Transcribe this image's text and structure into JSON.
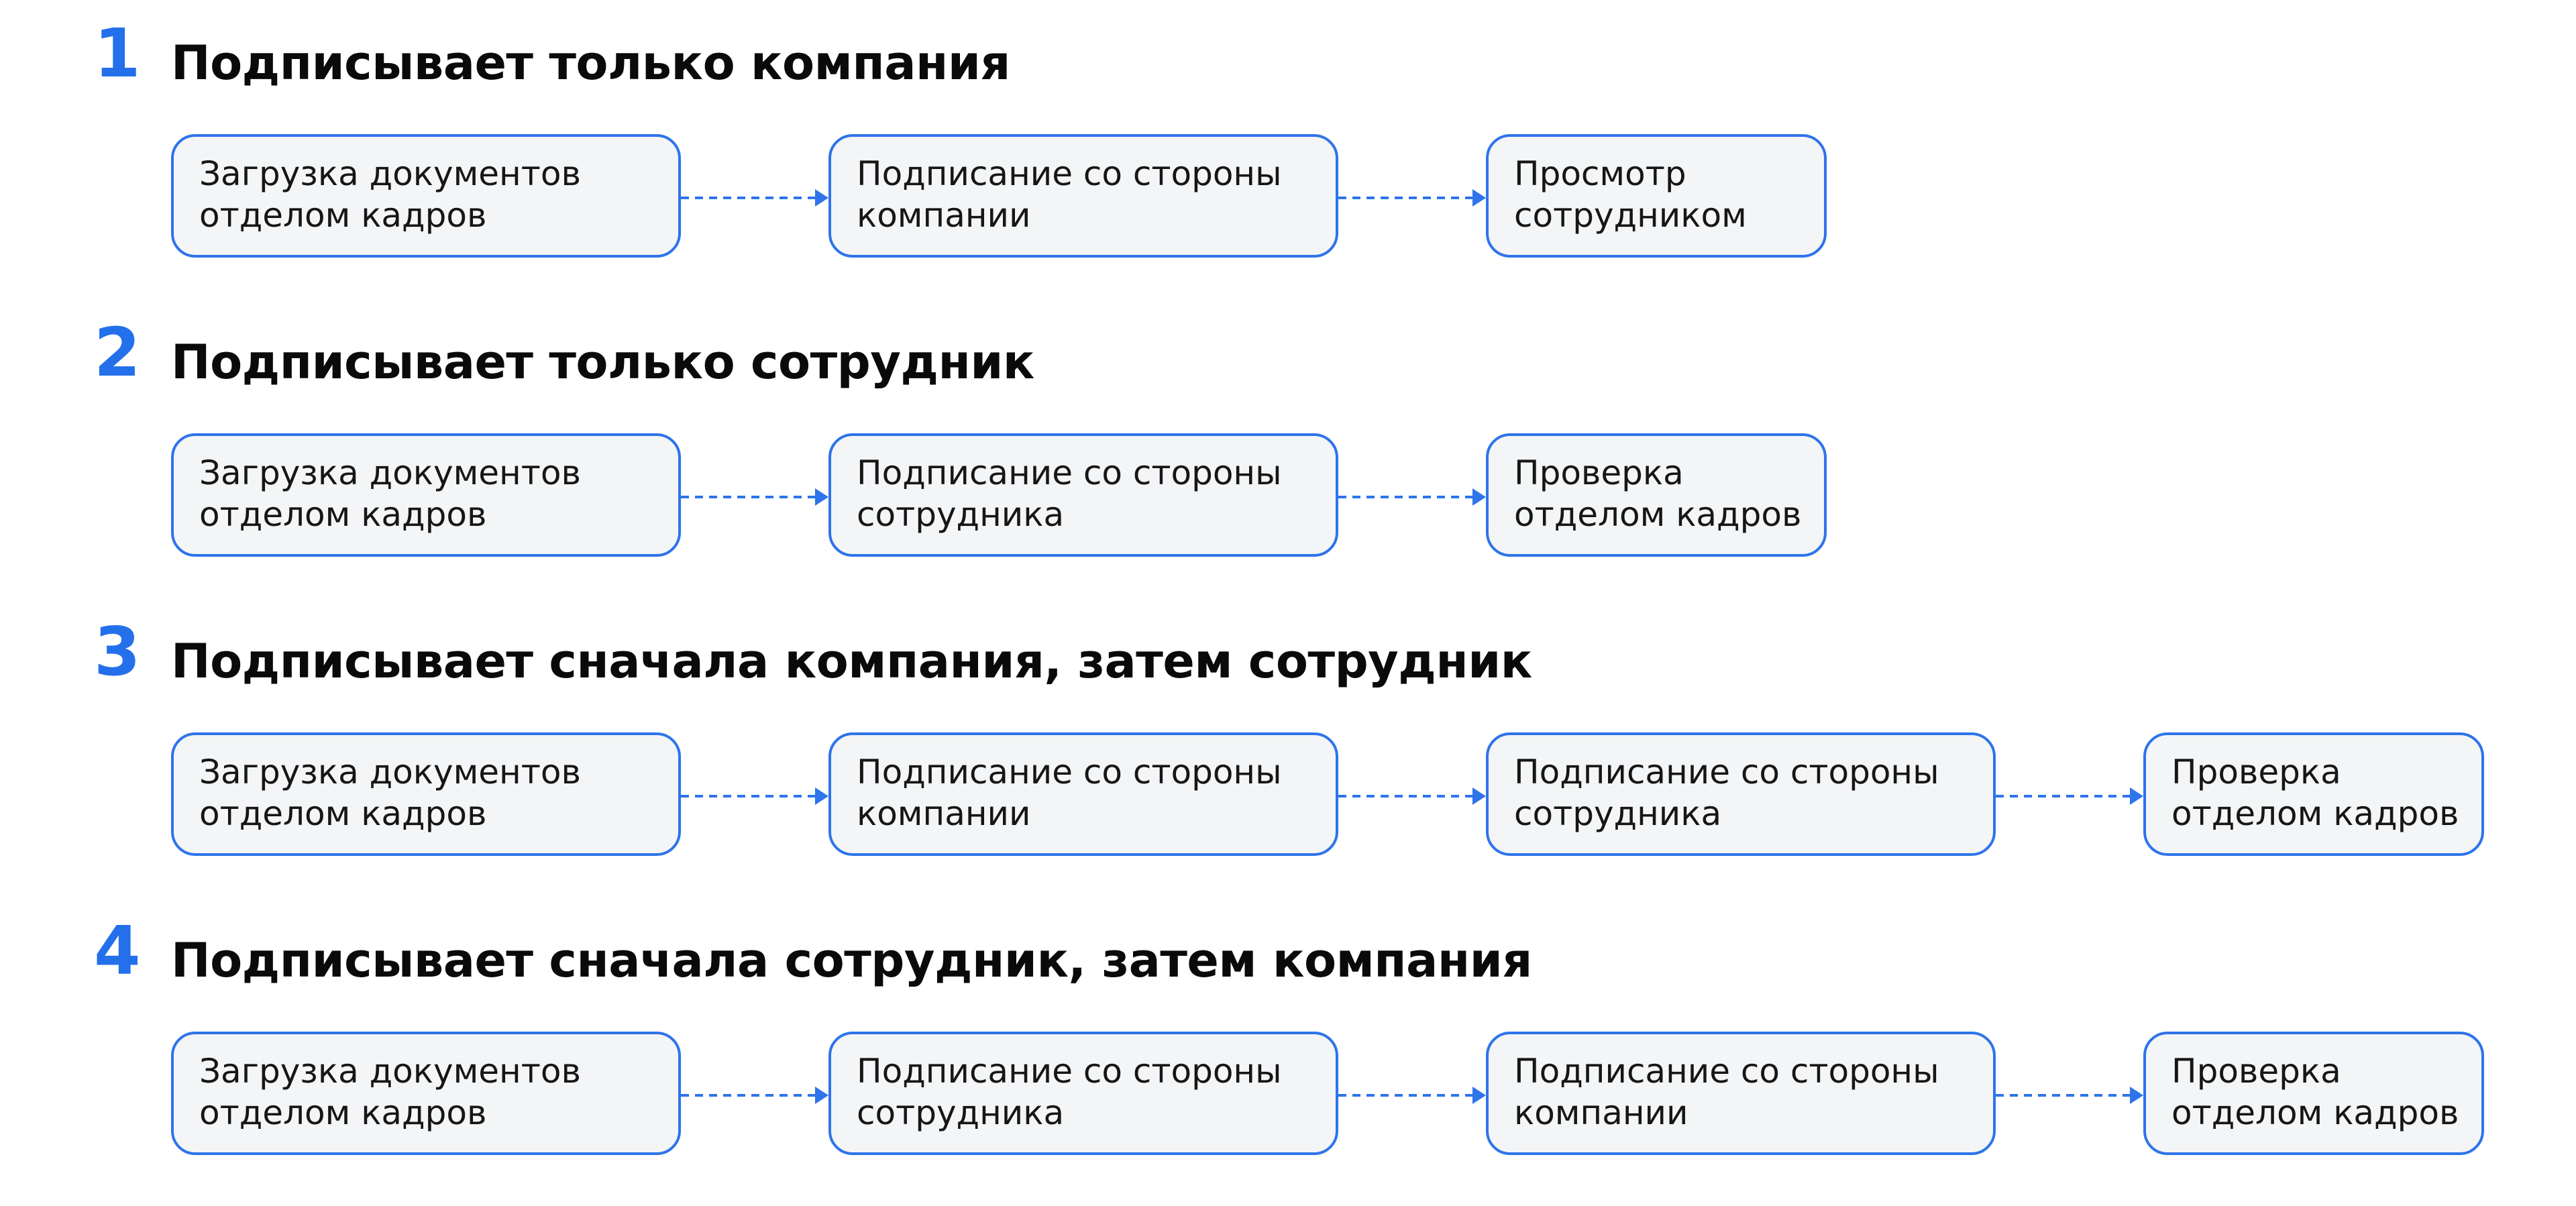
{
  "colors": {
    "accent": "#2470ea",
    "box_border": "#2e74ea",
    "box_fill": "#f4f5f6",
    "arrow": "#2e74ea",
    "title_text": "#0a0a0a",
    "body_text": "#161616"
  },
  "sections": [
    {
      "number": "1",
      "title": "Подписывает только компания",
      "steps": [
        {
          "line1": "Загрузка документов",
          "line2": "отделом кадров"
        },
        {
          "line1": "Подписание со стороны",
          "line2": "компании"
        },
        {
          "line1": "Просмотр",
          "line2": "сотрудником"
        }
      ]
    },
    {
      "number": "2",
      "title": "Подписывает только сотрудник",
      "steps": [
        {
          "line1": "Загрузка документов",
          "line2": "отделом кадров"
        },
        {
          "line1": "Подписание со стороны",
          "line2": "сотрудника"
        },
        {
          "line1": "Проверка",
          "line2": "отделом кадров"
        }
      ]
    },
    {
      "number": "3",
      "title": "Подписывает сначала компания, затем сотрудник",
      "steps": [
        {
          "line1": "Загрузка документов",
          "line2": "отделом кадров"
        },
        {
          "line1": "Подписание со стороны",
          "line2": "компании"
        },
        {
          "line1": "Подписание со стороны",
          "line2": "сотрудника"
        },
        {
          "line1": "Проверка",
          "line2": "отделом кадров"
        }
      ]
    },
    {
      "number": "4",
      "title": "Подписывает сначала сотрудник, затем компания",
      "steps": [
        {
          "line1": "Загрузка документов",
          "line2": "отделом кадров"
        },
        {
          "line1": "Подписание со стороны",
          "line2": "сотрудника"
        },
        {
          "line1": "Подписание со стороны",
          "line2": "компании"
        },
        {
          "line1": "Проверка",
          "line2": "отделом кадров"
        }
      ]
    }
  ]
}
